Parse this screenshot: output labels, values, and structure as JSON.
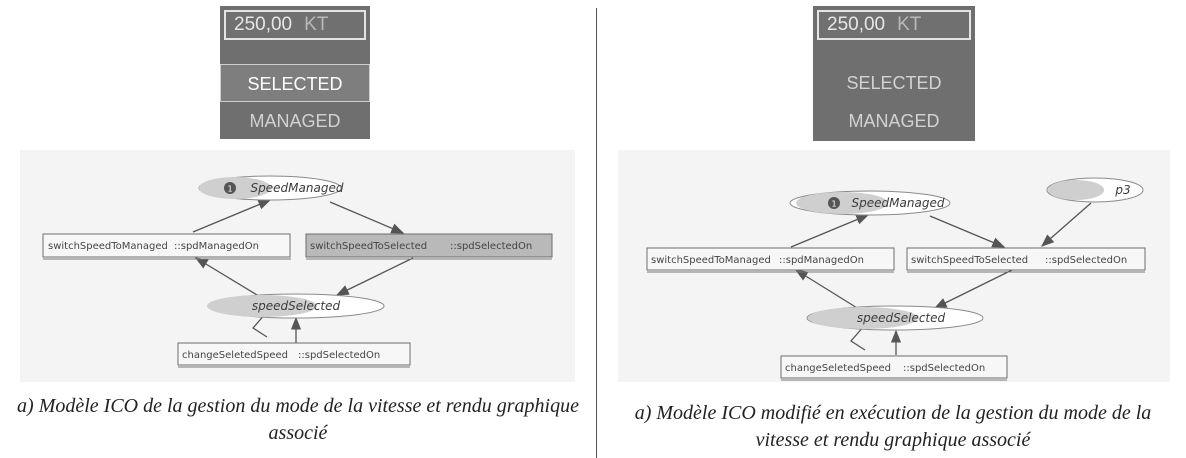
{
  "left": {
    "speed": {
      "value": "250,00",
      "unit": "KT"
    },
    "modes": {
      "selected": "SELECTED",
      "managed": "MANAGED"
    },
    "diagram": {
      "place_managed": "SpeedManaged",
      "place_managed_token": "1",
      "place_selected": "speedSelected",
      "t_to_managed": {
        "name": "switchSpeedToManaged",
        "cond": "::spdManagedOn"
      },
      "t_to_selected": {
        "name": "switchSpeedToSelected",
        "cond": "::spdSelectedOn"
      },
      "t_change": {
        "name": "changeSeletedSpeed",
        "cond": "::spdSelectedOn"
      }
    },
    "caption": "a) Modèle ICO de la gestion du mode de la vitesse et rendu graphique associé"
  },
  "right": {
    "speed": {
      "value": "250,00",
      "unit": "KT"
    },
    "modes": {
      "selected": "SELECTED",
      "managed": "MANAGED"
    },
    "diagram": {
      "place_managed": "SpeedManaged",
      "place_managed_token": "1",
      "place_selected": "speedSelected",
      "place_p3": "p3",
      "t_to_managed": {
        "name": "switchSpeedToManaged",
        "cond": "::spdManagedOn"
      },
      "t_to_selected": {
        "name": "switchSpeedToSelected",
        "cond": "::spdSelectedOn"
      },
      "t_change": {
        "name": "changeSeletedSpeed",
        "cond": "::spdSelectedOn"
      }
    },
    "caption": "a) Modèle ICO modifié en exécution de la gestion du mode de la vitesse et rendu graphique associé"
  }
}
